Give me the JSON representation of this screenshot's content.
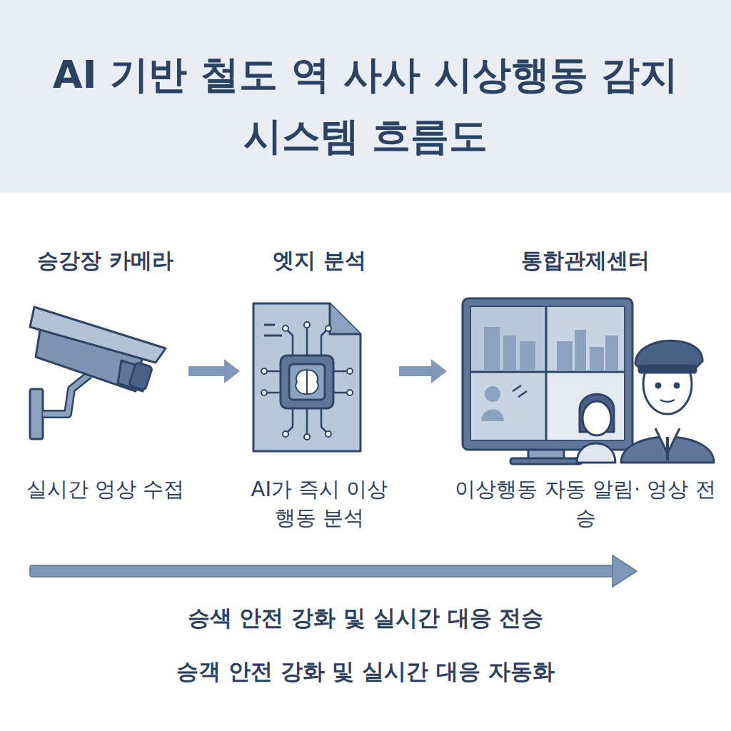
{
  "diagram": {
    "title": "AI 기반 철도 역 사사 시상행동 감지 시스템 흐름도",
    "nodes": [
      {
        "text": [
          "승강장 카메라",
          "실시간 엉상 수접"
        ]
      },
      {
        "text": [
          "엣지 분석",
          "AI가 즉시 이상행동 분석"
        ]
      },
      {
        "text": [
          "통합관제센터",
          "이상행동 자동 알림· 엉상 전승"
        ]
      }
    ],
    "edges": [
      {
        "from": 0,
        "to": 1,
        "arrow": "to"
      },
      {
        "from": 1,
        "to": 2,
        "arrow": "to"
      }
    ],
    "labels": [
      "승색 안전 강화 및 실시간 대응 전승",
      "승객 안전 강화 및 실시간 대응 자동화"
    ]
  }
}
